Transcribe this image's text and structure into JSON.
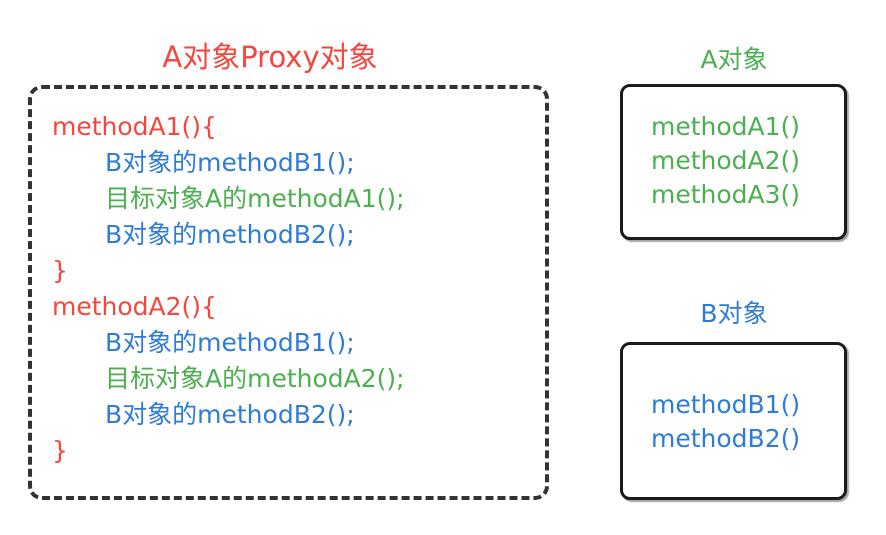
{
  "colors": {
    "red": "#f4473d",
    "green": "#4caf50",
    "blue": "#2e7cd9",
    "dash-border": "#333333",
    "solid-border": "#1b1b1b"
  },
  "proxy_panel": {
    "title": "A对象Proxy对象",
    "lines": [
      {
        "text": "methodA1(){",
        "color": "red",
        "indent": 0
      },
      {
        "text": "B对象的methodB1();",
        "color": "blue",
        "indent": 1
      },
      {
        "text": "目标对象A的methodA1();",
        "color": "green",
        "indent": 1
      },
      {
        "text": "B对象的methodB2();",
        "color": "blue",
        "indent": 1
      },
      {
        "text": "}",
        "color": "red",
        "indent": 0
      },
      {
        "text": "methodA2(){",
        "color": "red",
        "indent": 0
      },
      {
        "text": "B对象的methodB1();",
        "color": "blue",
        "indent": 1
      },
      {
        "text": "目标对象A的methodA2();",
        "color": "green",
        "indent": 1
      },
      {
        "text": "B对象的methodB2();",
        "color": "blue",
        "indent": 1
      },
      {
        "text": "}",
        "color": "red",
        "indent": 0
      }
    ]
  },
  "object_a_panel": {
    "title": "A对象",
    "methods": [
      "methodA1()",
      "methodA2()",
      "methodA3()"
    ]
  },
  "object_b_panel": {
    "title": "B对象",
    "methods": [
      "methodB1()",
      "methodB2()"
    ]
  }
}
